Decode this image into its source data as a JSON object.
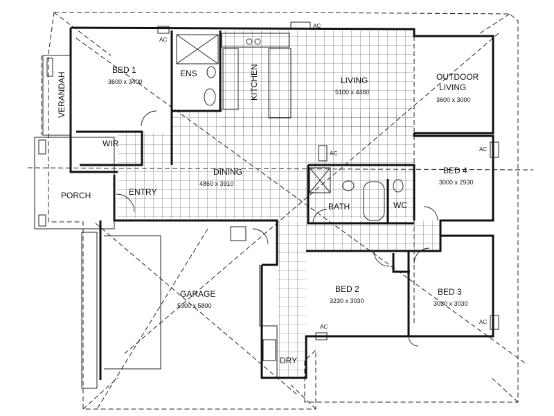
{
  "rooms": {
    "bed1": {
      "label": "BED 1",
      "dims": "3600 x 3400"
    },
    "ens": {
      "label": "ENS"
    },
    "kitchen": {
      "label": "KITCHEN"
    },
    "living": {
      "label": "LIVING",
      "dims": "5100 x 4460"
    },
    "outdoor": {
      "label_line1": "OUTDOOR",
      "label_line2": "LIVING",
      "dims": "3600 x 3000"
    },
    "verandah": {
      "label": "VERANDAH"
    },
    "wir": {
      "label": "WIR"
    },
    "porch": {
      "label": "PORCH"
    },
    "entry": {
      "label": "ENTRY"
    },
    "dining": {
      "label": "DINING",
      "dims": "4860 x 3910"
    },
    "bed4": {
      "label": "BED 4",
      "dims": "3000 x 2930"
    },
    "bath": {
      "label": "BATH"
    },
    "wc": {
      "label": "WC"
    },
    "garage": {
      "label": "GARAGE",
      "dims": "5900 x 5800"
    },
    "bed2": {
      "label": "BED 2",
      "dims": "3230 x 3030"
    },
    "bed3": {
      "label": "BED 3",
      "dims": "3030 x 3030"
    },
    "dry": {
      "label": "DRY"
    }
  },
  "ac_label": "AC"
}
